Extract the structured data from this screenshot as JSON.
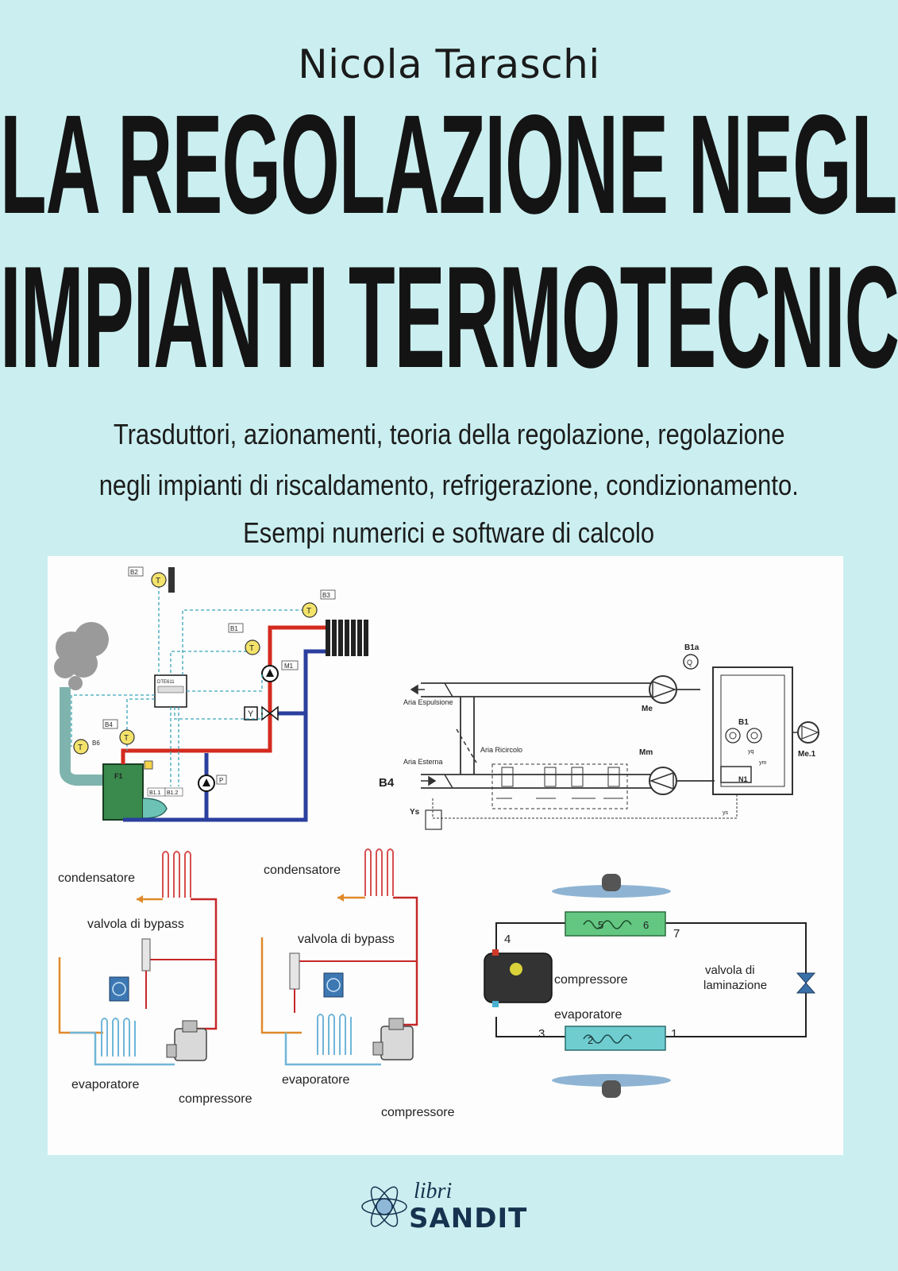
{
  "author": "Nicola Taraschi",
  "title": {
    "line1": "LA REGOLAZIONE NEGLI",
    "line2": "IMPIANTI TERMOTECNICI"
  },
  "subtitle": {
    "line1": "Trasduttori, azionamenti, teoria della regolazione, regolazione",
    "line2": "negli impianti di riscaldamento, refrigerazione, condizionamento.",
    "line3": "Esempi numerici e software di calcolo"
  },
  "diagram_heating": {
    "sensor_b1": "B1",
    "sensor_b2": "B2",
    "sensor_b3": "B3",
    "sensor_b4": "B4",
    "sensor_b6": "B6",
    "controller": "DTE611",
    "mixing_motor": "M1",
    "boiler": "F1",
    "pump": "P",
    "terminal_b11": "B1.1",
    "terminal_b12": "B1.2",
    "valve": "Y",
    "temp_symbol": "T"
  },
  "diagram_air": {
    "exhaust_air": "Aria Espulsione",
    "recirc_air": "Aria Ricircolo",
    "outdoor_air": "Aria Esterna",
    "sensor_b4": "B4",
    "sensor_b1a": "B1a",
    "sensor_b1": "B1",
    "fan_me": "Me",
    "fan_mm": "Mm",
    "fan_me1": "Me.1",
    "ys": "Ys",
    "n1": "N1",
    "yq": "yq",
    "ym": "ym",
    "ys_small": "ys",
    "q": "Q"
  },
  "diagram_bypass_1": {
    "condenser": "condensatore",
    "bypass_valve": "valvola di bypass",
    "evaporator": "evaporatore",
    "compressor": "compressore"
  },
  "diagram_bypass_2": {
    "condenser": "condensatore",
    "bypass_valve": "valvola di bypass",
    "evaporator": "evaporatore",
    "compressor": "compressore"
  },
  "diagram_cycle": {
    "compressor": "compressore",
    "evaporator": "evaporatore",
    "valve_line1": "valvola di",
    "valve_line2": "laminazione",
    "p1": "1",
    "p2": "2",
    "p3": "3",
    "p4": "4",
    "p5": "5",
    "p6": "6",
    "p7": "7"
  },
  "publisher": {
    "prefix": "libri",
    "name": "SANDIT"
  },
  "colors": {
    "background": "#cbeff0",
    "text": "#141414",
    "hot_pipe": "#d42a1e",
    "cold_pipe": "#2b3f9e",
    "dashed": "#3aa6b8"
  }
}
